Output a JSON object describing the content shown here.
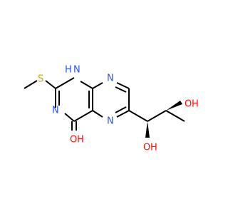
{
  "molecule": {
    "atoms": {
      "n1h": "H",
      "n1": "N",
      "n8": "N",
      "n3": "N",
      "n5": "N",
      "s": "S",
      "o_carbonyl": "O",
      "oh1_o": "O",
      "oh1_h": "H",
      "oh2_o": "O",
      "oh2_h": "H"
    },
    "colors": {
      "carbon_bond": "#000000",
      "nitrogen": "#3050F8",
      "sulfur": "#C8A800",
      "oxygen": "#FF0D0D"
    }
  }
}
